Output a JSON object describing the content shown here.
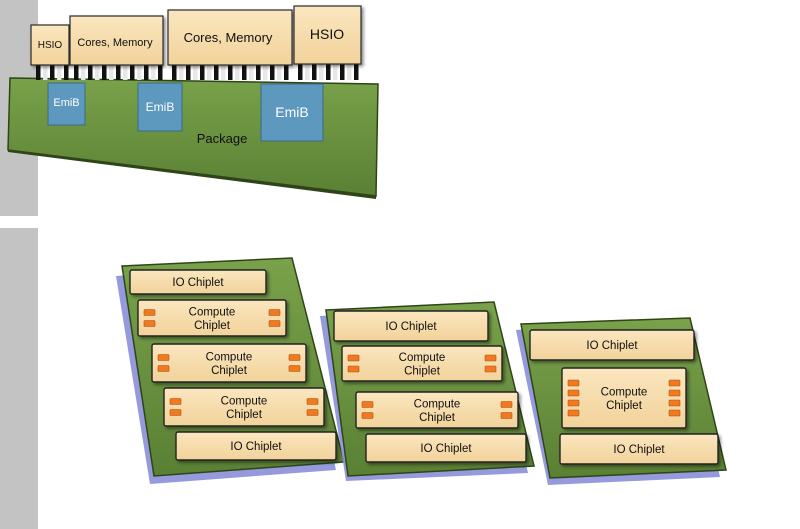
{
  "colors": {
    "package_green": "#6c9440",
    "package_dark": "#3d5520",
    "die_tan": "#f6dcaa",
    "die_outline": "#2a2a2a",
    "emib_blue": "#5d98bf",
    "bump": "#111111",
    "pad_orange": "#f07a22",
    "shadow": "#8a8fd8",
    "sidebar": "#c3c3c3"
  },
  "top_diagram": {
    "dies": [
      {
        "label": "HSIO"
      },
      {
        "label": "Cores, Memory"
      },
      {
        "label": "Cores, Memory"
      },
      {
        "label": "HSIO"
      }
    ],
    "bridges": [
      {
        "label": "EmiB"
      },
      {
        "label": "EmiB"
      },
      {
        "label": "EmiB"
      }
    ],
    "package_label": "Package"
  },
  "packages": [
    {
      "name": "package-1",
      "chiplets": [
        {
          "lines": [
            "IO Chiplet"
          ],
          "kind": "io"
        },
        {
          "lines": [
            "Compute",
            "Chiplet"
          ],
          "kind": "compute"
        },
        {
          "lines": [
            "Compute",
            "Chiplet"
          ],
          "kind": "compute"
        },
        {
          "lines": [
            "Compute",
            "Chiplet"
          ],
          "kind": "compute"
        },
        {
          "lines": [
            "IO Chiplet"
          ],
          "kind": "io"
        }
      ]
    },
    {
      "name": "package-2",
      "chiplets": [
        {
          "lines": [
            "IO Chiplet"
          ],
          "kind": "io"
        },
        {
          "lines": [
            "Compute",
            "Chiplet"
          ],
          "kind": "compute"
        },
        {
          "lines": [
            "Compute",
            "Chiplet"
          ],
          "kind": "compute"
        },
        {
          "lines": [
            "IO Chiplet"
          ],
          "kind": "io"
        }
      ]
    },
    {
      "name": "package-3",
      "chiplets": [
        {
          "lines": [
            "IO Chiplet"
          ],
          "kind": "io"
        },
        {
          "lines": [
            "Compute",
            "Chiplet"
          ],
          "kind": "compute"
        },
        {
          "lines": [
            "IO Chiplet"
          ],
          "kind": "io"
        }
      ]
    }
  ]
}
